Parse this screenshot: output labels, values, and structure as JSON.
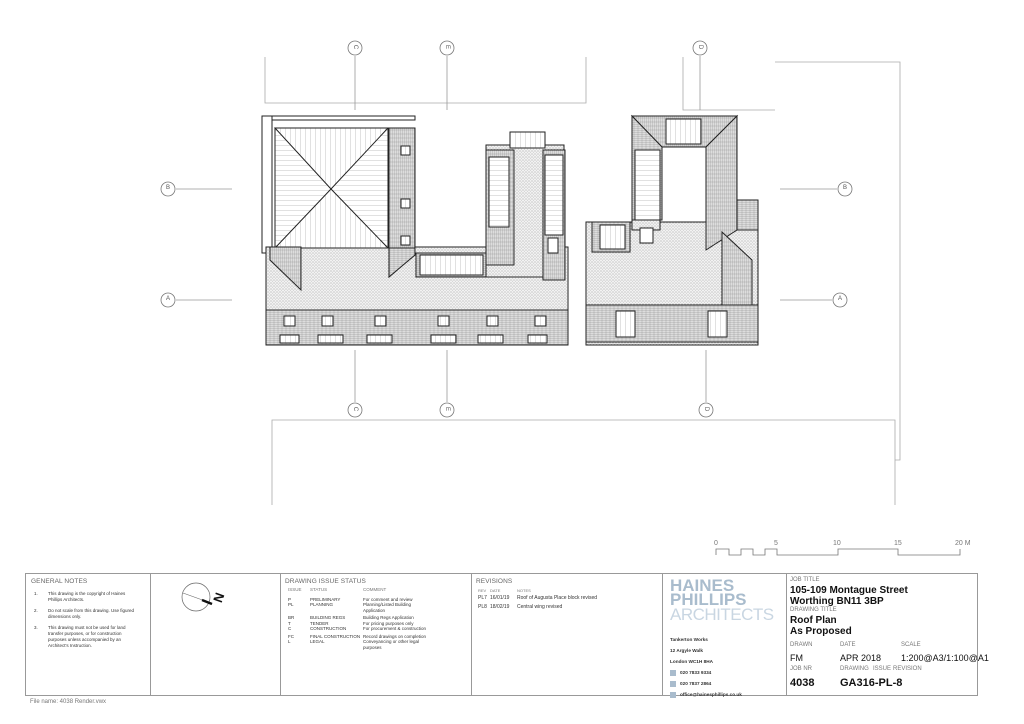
{
  "grid": {
    "top": [
      "C",
      "E",
      "D"
    ],
    "bottom": [
      "C",
      "E",
      "D"
    ],
    "left": [
      "B",
      "A"
    ],
    "right": [
      "B",
      "A"
    ]
  },
  "scale_bar": {
    "ticks": [
      "0",
      "5",
      "10",
      "15",
      "20 M"
    ]
  },
  "general_notes": {
    "title": "GENERAL NOTES",
    "items": [
      {
        "n": "1.",
        "text": "This drawing is the copyright of Haines Phillips Architects."
      },
      {
        "n": "2.",
        "text": "Do not scale from this drawing. Use figured dimensions only."
      },
      {
        "n": "3.",
        "text": "This drawing must not be used for land transfer purposes, or for construction purposes unless accompanied by an Architect's Instruction."
      }
    ]
  },
  "north_arrow": {
    "label": "N"
  },
  "issue_status": {
    "title": "DRAWING ISSUE STATUS",
    "headers": [
      "ISSUE",
      "STATUS",
      "COMMENT"
    ],
    "rows": [
      {
        "code": "P",
        "status": "PRELIMINARY",
        "comment": "For comment and review"
      },
      {
        "code": "PL",
        "status": "PLANNING",
        "comment": "Planning/Listed Building Application"
      },
      {
        "code": "BR",
        "status": "BUILDING REGS",
        "comment": "Building Regs Application"
      },
      {
        "code": "T",
        "status": "TENDER",
        "comment": "For pricing purposes only"
      },
      {
        "code": "C",
        "status": "CONSTRUCTION",
        "comment": "For procurement & construction"
      },
      {
        "code": "FC",
        "status": "FINAL CONSTRUCTION",
        "comment": "Record drawings on completion"
      },
      {
        "code": "L",
        "status": "LEGAL",
        "comment": "Conveyancing or other legal purposes"
      }
    ]
  },
  "revisions": {
    "title": "REVISIONS",
    "headers": [
      "REV",
      "DATE",
      "NOTES"
    ],
    "rows": [
      {
        "rev": "PL7",
        "date": "16/01/19",
        "notes": "Roof of Augusta Place block revised"
      },
      {
        "rev": "PL8",
        "date": "18/02/19",
        "notes": "Central wing revised"
      }
    ]
  },
  "company": {
    "logo_line1": "HAINES",
    "logo_line2": "PHILLIPS",
    "logo_line3": "ARCHITECTS",
    "address": [
      "Tankerton Works",
      "12 Argyle Walk",
      "London WC1H 8HA"
    ],
    "phone": "020 7833 9334",
    "fax": "020 7837 2864",
    "email": "office@hainesphillips.co.uk"
  },
  "job": {
    "job_title_label": "JOB TITLE",
    "job_title_1": "105-109 Montague Street",
    "job_title_2": "Worthing BN11 3BP",
    "drawing_title_label": "DRAWING TITLE",
    "drawing_title_1": "Roof Plan",
    "drawing_title_2": "As Proposed",
    "drawn_label": "DRAWN",
    "date_label": "DATE",
    "scale_label": "SCALE",
    "drawn": "FM",
    "date": "APR 2018",
    "scale": "1:200@A3/1:100@A1",
    "job_nr_label": "JOB NR",
    "drawing_label": "DRAWING",
    "issue_label": "ISSUE",
    "revision_label": "REVISION",
    "job_nr": "4038",
    "drawing_nr": "GA316-PL-8"
  },
  "file_name": "File name: 4038 Render.vwx"
}
